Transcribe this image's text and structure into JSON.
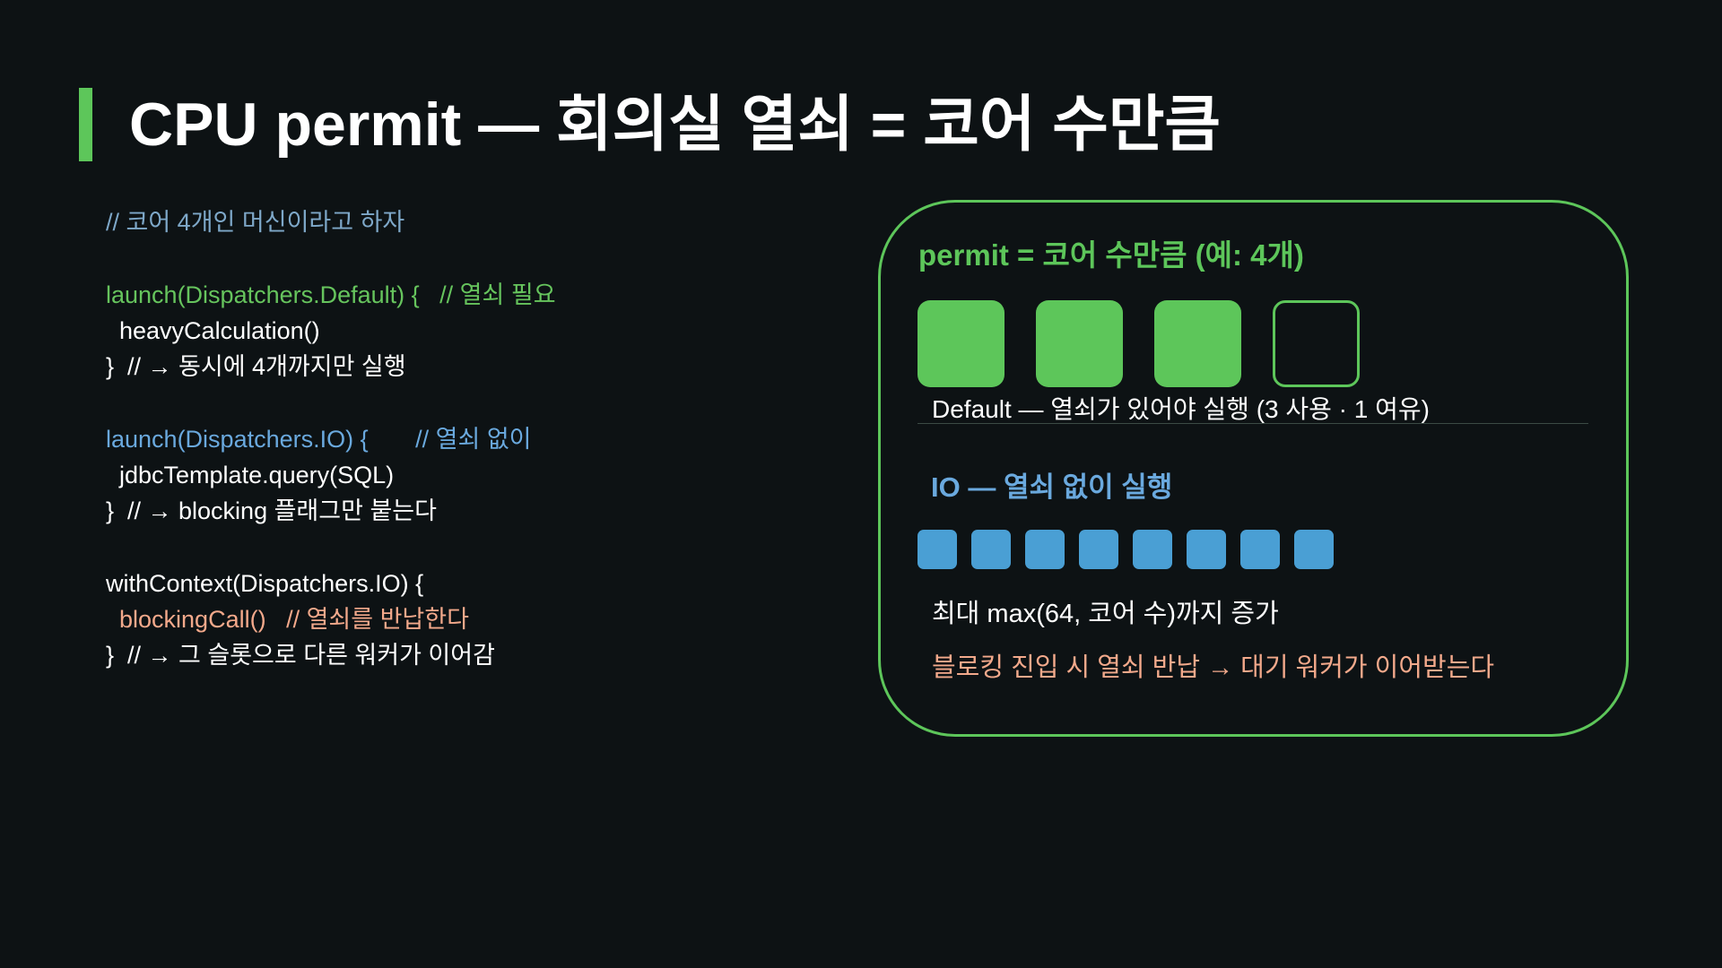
{
  "slide": {
    "title": "CPU permit — 회의실 열쇠 = 코어 수만큼",
    "accent_color": "#5dc65a"
  },
  "code": {
    "lines": [
      {
        "text": "// 코어 4개인 머신이라고 하자",
        "color": "#7ea8c9"
      },
      {
        "text": "",
        "color": ""
      },
      {
        "text": "launch(Dispatchers.Default) {   // 열쇠 필요",
        "color": "#66c45d"
      },
      {
        "text": "  heavyCalculation()",
        "color": "#ffffff"
      },
      {
        "text": "}  // → 동시에 4개까지만 실행",
        "color": "#ffffff"
      },
      {
        "text": "",
        "color": ""
      },
      {
        "text": "launch(Dispatchers.IO) {       // 열쇠 없이",
        "color": "#6aa9de"
      },
      {
        "text": "  jdbcTemplate.query(SQL)",
        "color": "#ffffff"
      },
      {
        "text": "}  // → blocking 플래그만 붙는다",
        "color": "#ffffff"
      },
      {
        "text": "",
        "color": ""
      },
      {
        "text": "withContext(Dispatchers.IO) {",
        "color": "#ffffff"
      },
      {
        "text": "  blockingCall()   // 열쇠를 반납한다",
        "color": "#f3a98b"
      },
      {
        "text": "}  // → 그 슬롯으로 다른 워커가 이어감",
        "color": "#ffffff"
      }
    ]
  },
  "panel": {
    "title": "permit = 코어 수만큼 (예: 4개)",
    "permits": {
      "total": 4,
      "used": 3,
      "free": 1,
      "used_color": "#5dc65a"
    },
    "default_caption": "Default — 열쇠가 있어야 실행 (3 사용 · 1 여유)",
    "io_title": "IO — 열쇠 없이 실행",
    "io_workers": {
      "count": 8,
      "color": "#4a9fd4"
    },
    "io_caption": "최대 max(64, 코어 수)까지 증가",
    "io_note": "블로킹 진입 시 열쇠 반납 → 대기 워커가 이어받는다"
  }
}
